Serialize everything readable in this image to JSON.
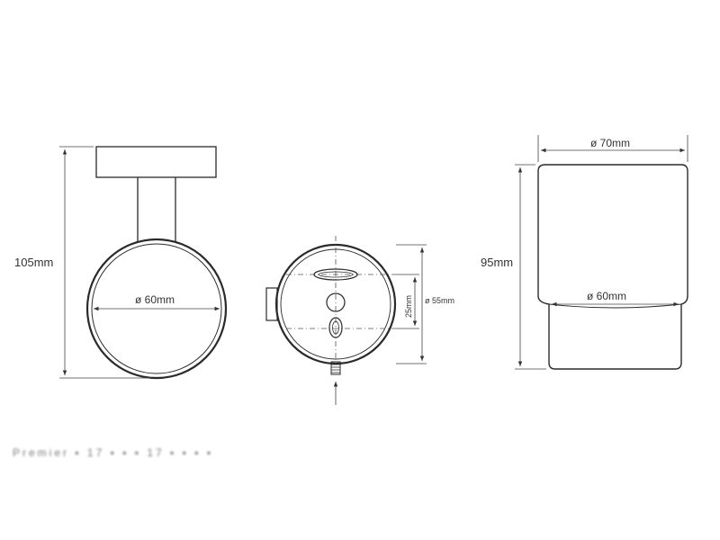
{
  "view1": {
    "height_label": "105mm",
    "ring_diameter_label": "ø 60mm"
  },
  "view2": {
    "hole_spacing_label": "25mm",
    "diameter_label": "ø 55mm"
  },
  "view3": {
    "top_diameter_label": "ø 70mm",
    "bottom_diameter_label": "ø 60mm",
    "height_label": "95mm"
  },
  "footer_text": "Premier ▪ 17 ▪ ▪ ▪ 17 ▪ ▪ ▪ ▪"
}
